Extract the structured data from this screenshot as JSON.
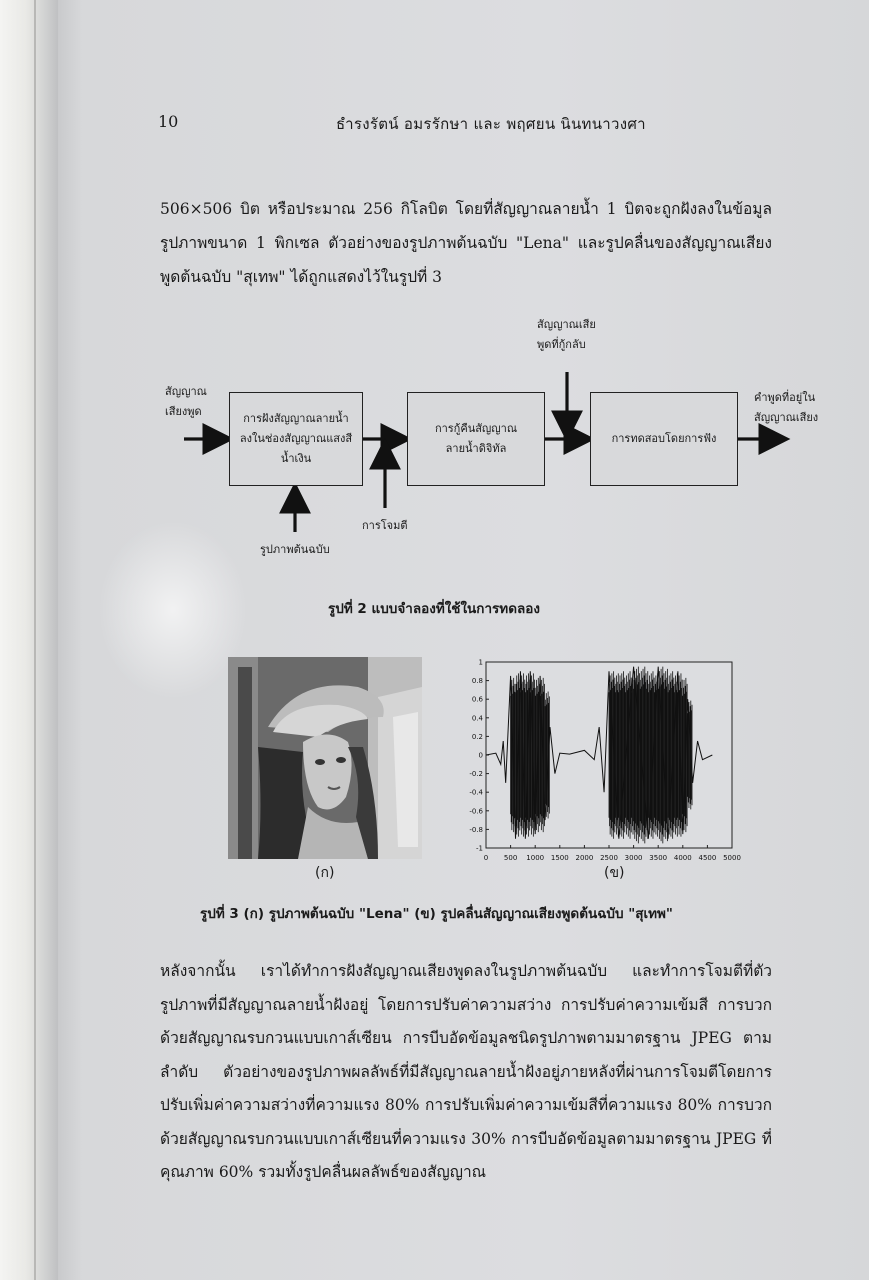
{
  "header": {
    "page_number": "10",
    "running_title": "ธำรงรัตน์ อมรรักษา และ พฤศยน นินทนาวงศา"
  },
  "paragraph_top": "506×506 บิต หรือประมาณ 256 กิโลบิต โดยที่สัญญาณลายน้ำ 1 บิตจะถูกฝังลงในข้อมูลรูปภาพขนาด 1 พิกเซล ตัวอย่างของรูปภาพต้นฉบับ \"Lena\" และรูปคลื่นของสัญญาณเสียงพูดต้นฉบับ \"สุเทพ\" ได้ถูกแสดงไว้ในรูปที่ 3",
  "diagram": {
    "input_label": "สัญญาณ\nเสียงพูด",
    "box1": "การฝังสัญญาณลายน้ำ\nลงในช่องสัญญาณแสงสี\nน้ำเงิน",
    "box1_input": "รูปภาพต้นฉบับ",
    "attack_label": "การโจมตี",
    "box2": "การกู้คืนสัญญาณ\nลายน้ำดิจิทัล",
    "recovered_label": "สัญญาณเสีย\nพูดที่กู้กลับ",
    "box3": "การทดสอบโดยการฟัง",
    "output_label": "คำพูดที่อยู่ใน\nสัญญาณเสียง"
  },
  "figure2_caption": "รูปที่ 2 แบบจำลองที่ใช้ในการทดลอง",
  "figure3": {
    "label_a": "(ก)",
    "label_b": "(ข)",
    "caption": "รูปที่ 3 (ก) รูปภาพต้นฉบับ \"Lena\" (ข) รูปคลื่นสัญญาณเสียงพูดต้นฉบับ \"สุเทพ\""
  },
  "chart_data": {
    "type": "line",
    "title": "",
    "xlabel": "",
    "ylabel": "",
    "xlim": [
      0,
      5000
    ],
    "ylim": [
      -1,
      1
    ],
    "xticks": [
      0,
      500,
      1000,
      1500,
      2000,
      2500,
      3000,
      3500,
      4000,
      4500,
      5000
    ],
    "yticks": [
      1,
      0.8,
      0.6,
      0.4,
      0.2,
      0,
      -0.2,
      -0.4,
      -0.6,
      -0.8,
      -1
    ],
    "series": [
      {
        "x": [
          0,
          200,
          300,
          350,
          400,
          500,
          600,
          700,
          800,
          900,
          1000,
          1100,
          1200,
          1300,
          1400,
          1500,
          1700,
          2000,
          2200,
          2300,
          2400,
          2500,
          2700,
          3000,
          3300,
          3500,
          3700,
          3900,
          4000,
          4100,
          4200,
          4300,
          4400,
          4600
        ],
        "y": [
          0,
          0.02,
          -0.1,
          0.15,
          -0.3,
          0.85,
          -0.9,
          0.9,
          -0.9,
          0.9,
          -0.85,
          0.85,
          -0.7,
          0.3,
          -0.2,
          0.02,
          0.01,
          0.05,
          -0.05,
          0.3,
          -0.4,
          0.9,
          -0.9,
          0.95,
          -0.9,
          0.95,
          -0.9,
          0.9,
          -0.85,
          0.6,
          -0.3,
          0.15,
          -0.05,
          0
        ]
      }
    ],
    "grid": false
  },
  "paragraph_bottom": "หลังจากนั้น เราได้ทำการฝังสัญญาณเสียงพูดลงในรูปภาพต้นฉบับ และทำการโจมตีที่ตัวรูปภาพที่มีสัญญาณลายน้ำฝังอยู่ โดยการปรับค่าความสว่าง การปรับค่าความเข้มสี การบวกด้วยสัญญาณรบกวนแบบเกาส์เซียน การบีบอัดข้อมูลชนิดรูปภาพตามมาตรฐาน JPEG ตามลำดับ ตัวอย่างของรูปภาพผลลัพธ์ที่มีสัญญาณลายน้ำฝังอยู่ภายหลังที่ผ่านการโจมตีโดยการปรับเพิ่มค่าความสว่างที่ความแรง 80% การปรับเพิ่มค่าความเข้มสีที่ความแรง 80% การบวกด้วยสัญญาณรบกวนแบบเกาส์เซียนที่ความแรง 30% การบีบอัดข้อมูลตามมาตรฐาน JPEG ที่คุณภาพ 60% รวมทั้งรูปคลื่นผลลัพธ์ของสัญญาณ"
}
